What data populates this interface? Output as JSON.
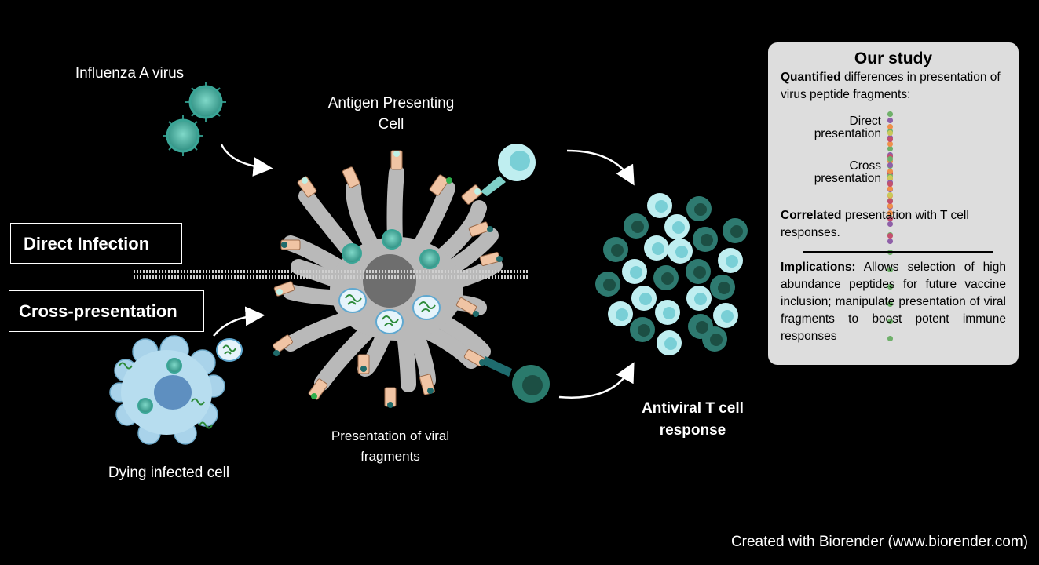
{
  "labels": {
    "influenza": "Influenza A virus",
    "apc_line1": "Antigen Presenting",
    "apc_line2": "Cell",
    "direct_infection": "Direct Infection",
    "cross_presentation": "Cross-presentation",
    "dying_cell": "Dying infected cell",
    "presentation_line1": "Presentation of viral",
    "presentation_line2": "fragments",
    "tcell_line1": "Antiviral T cell",
    "tcell_line2": "response"
  },
  "study": {
    "title": "Our study",
    "quantified_bold": "Quantified",
    "quantified_rest": " differences in presentation of virus peptide fragments:",
    "direct_label_1": "Direct",
    "direct_label_2": "presentation",
    "cross_label_1": "Cross",
    "cross_label_2": "presentation",
    "correlated_bold": "Correlated",
    "correlated_rest": " presentation with T cell responses.",
    "implications_bold": "Implications:",
    "implications_rest": " Allows selection of high abundance peptides for future vaccine inclusion; manipulate presentation of viral fragments to boost potent immune responses"
  },
  "dot_chart": {
    "direct": [
      {
        "color": "#6fb06a",
        "count": 14
      },
      {
        "color": "#8e5fa8",
        "count": 8
      },
      {
        "color": "#ef8f4a",
        "count": 6
      },
      {
        "color": "#c9c95a",
        "count": 1
      },
      {
        "color": "#c4506e",
        "count": 3
      }
    ],
    "cross": [
      {
        "color": "#6fb06a",
        "count": 2
      },
      {
        "color": "#8e5fa8",
        "count": 2
      },
      {
        "color": "#ef8f4a",
        "count": 3
      },
      {
        "color": "#c9c95a",
        "count": 2
      },
      {
        "color": "#c4506e",
        "count": 4
      }
    ]
  },
  "credit": "Created with Biorender (www.biorender.com)"
}
